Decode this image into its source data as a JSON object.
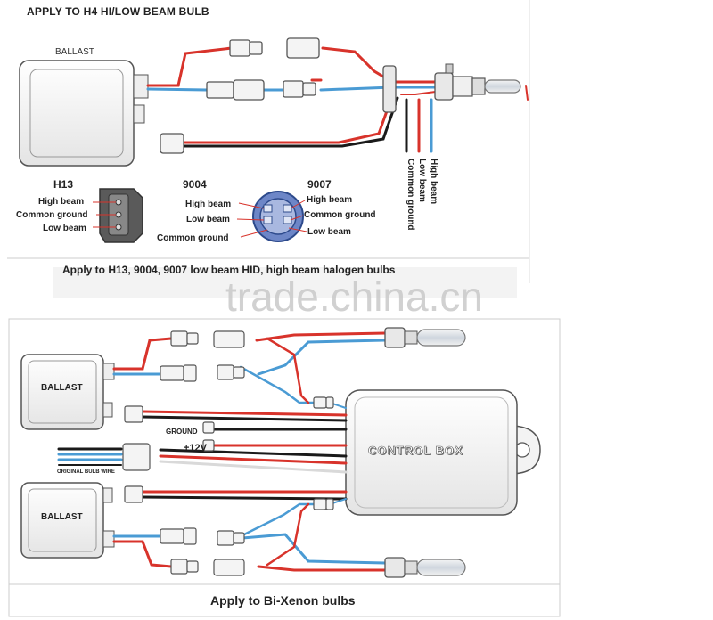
{
  "top_panel": {
    "title": "APPLY TO H4 HI/LOW BEAM BULB",
    "ballast_label": "BALLAST",
    "bulb_wires": {
      "high_beam": "High beam",
      "low_beam": "Low beam",
      "common_ground": "Common ground"
    },
    "h13": {
      "title": "H13",
      "high_beam": "High beam",
      "common_ground": "Common ground",
      "low_beam": "Low beam"
    },
    "c9004": {
      "title": "9004",
      "high_beam": "High beam",
      "low_beam": "Low beam",
      "common_ground": "Common ground"
    },
    "c9007": {
      "title": "9007",
      "high_beam": "High beam",
      "common_ground": "Common ground",
      "low_beam": "Low beam"
    },
    "caption": "Apply to H13, 9004, 9007 low beam HID, high beam halogen bulbs"
  },
  "watermark": "trade.china.cn",
  "bottom_panel": {
    "ballast_top_label": "BALLAST",
    "ballast_bottom_label": "BALLAST",
    "ground_label": "GROUND",
    "v12_label": "+12V",
    "original_bulb_wire_label": "ORIGINAL BULB WIRE",
    "control_box_label": "CONTROL BOX",
    "caption": "Apply to Bi-Xenon bulbs"
  },
  "colors": {
    "red_wire": "#d8332b",
    "blue_wire": "#4a9bd4",
    "black_wire": "#1a1a1a",
    "white_wire": "#d9d9d9",
    "outline": "#555555"
  }
}
